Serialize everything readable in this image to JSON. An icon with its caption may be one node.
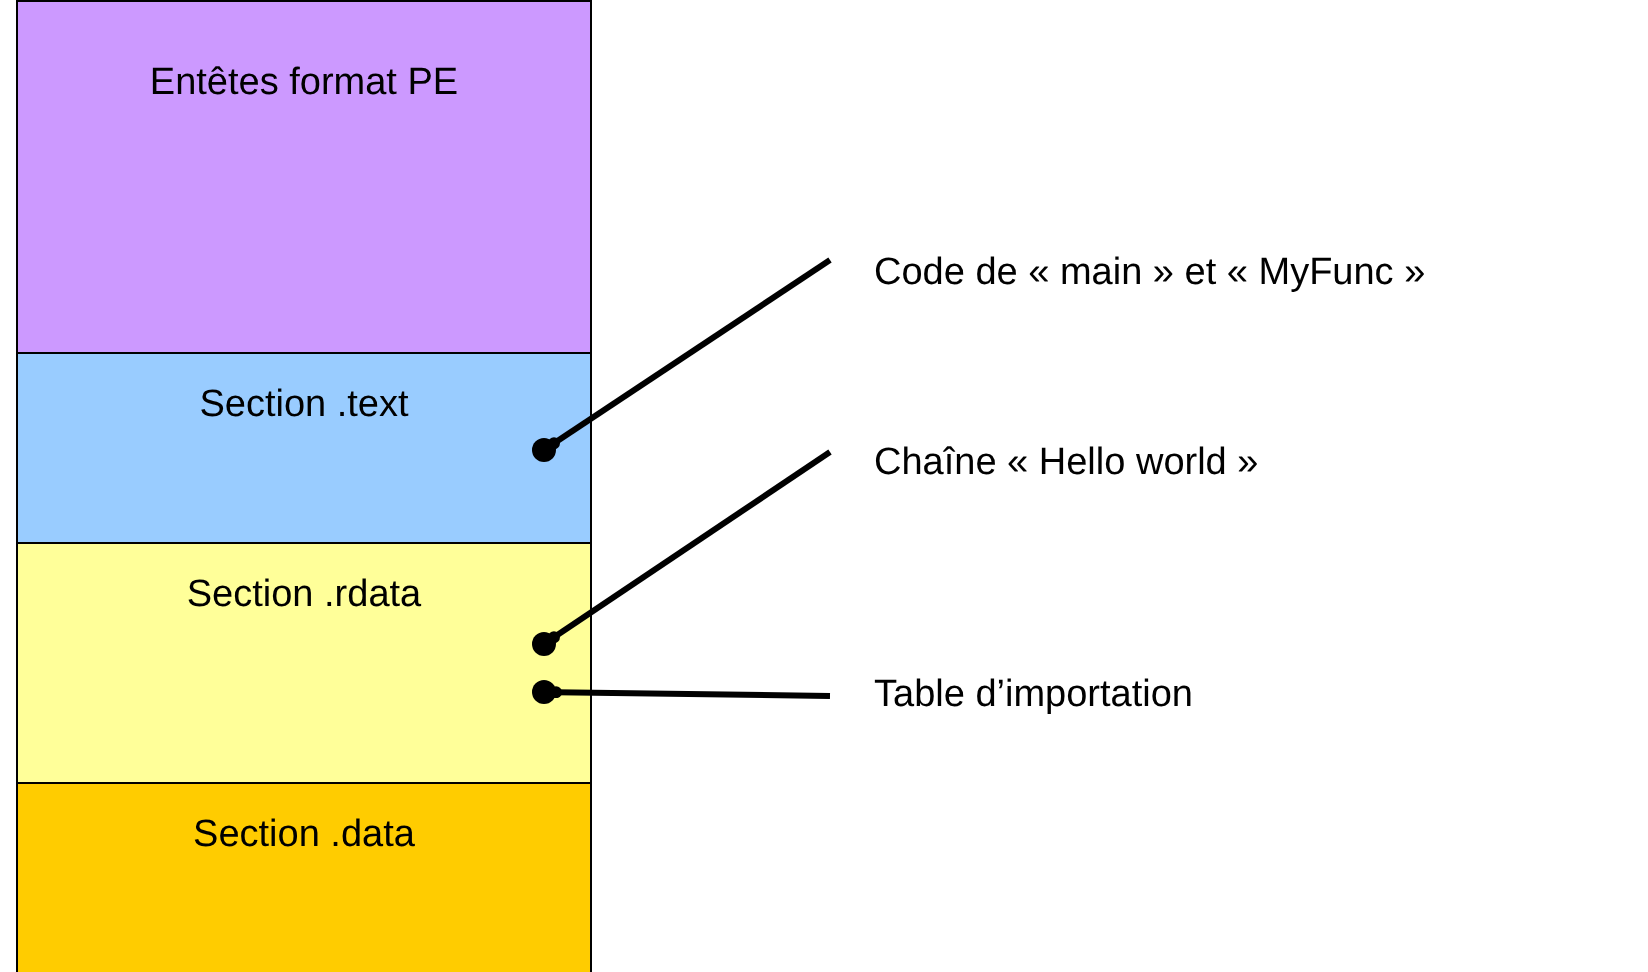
{
  "diagram": {
    "nodes": [
      {
        "text": [
          "Entêtes format PE"
        ]
      },
      {
        "text": [
          "Section .text"
        ]
      },
      {
        "text": [
          "Section .rdata"
        ]
      },
      {
        "text": [
          "Section .data"
        ]
      },
      {
        "text": [],
        "shape": "circle",
        "in": 1
      },
      {
        "text": [],
        "shape": "circle",
        "in": 2
      },
      {
        "text": [],
        "shape": "circle",
        "in": 2
      },
      {
        "text": [
          "Code de « main » et « MyFunc »"
        ]
      },
      {
        "text": [
          "Chaîne « Hello world »"
        ]
      },
      {
        "text": [
          "Table d’importation"
        ]
      }
    ],
    "edges": [
      {
        "from": 7,
        "to": 4,
        "arrow": "other"
      },
      {
        "from": 8,
        "to": 5,
        "arrow": "other"
      },
      {
        "from": 9,
        "to": 6,
        "arrow": "other"
      }
    ]
  }
}
